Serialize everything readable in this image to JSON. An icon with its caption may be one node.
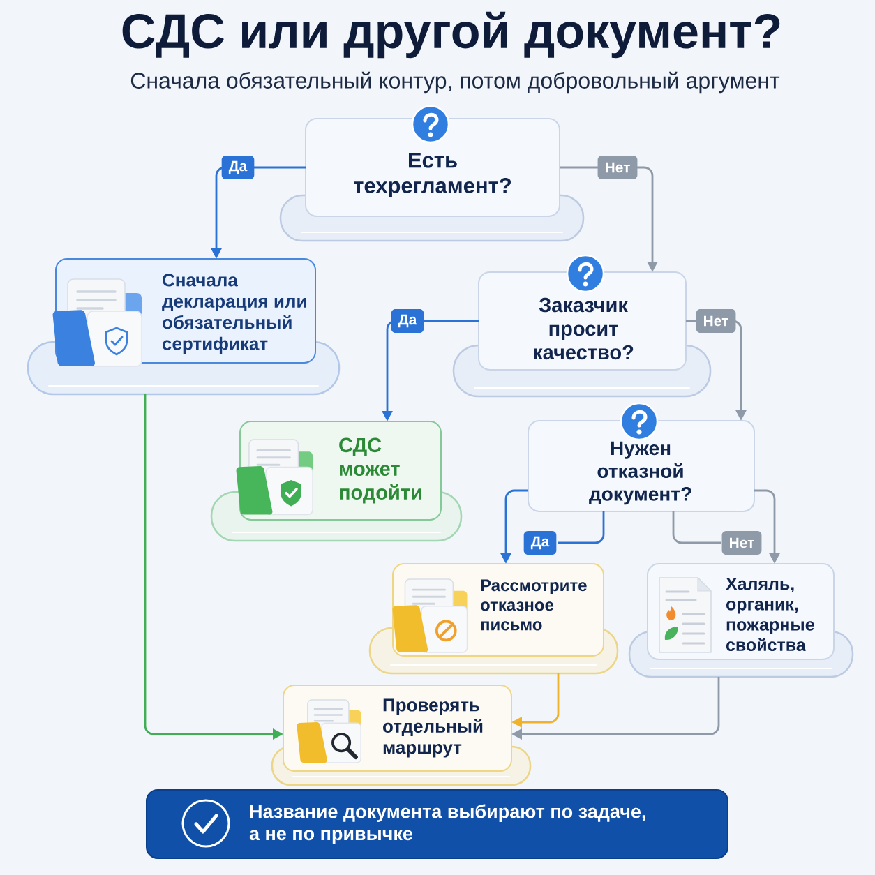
{
  "diagram": {
    "title": "СДС или другой документ?",
    "nodes": [
      {
        "text": [
          "Есть техрегламент?"
        ]
      },
      {
        "text": [
          "Сначала декларация или обязательный сертификат"
        ]
      },
      {
        "text": [
          "Заказчик просит качество?"
        ]
      },
      {
        "text": [
          "СДС может подойти"
        ]
      },
      {
        "text": [
          "Нужен отказной документ?"
        ]
      },
      {
        "text": [
          "Рассмотрите отказное письмо"
        ]
      },
      {
        "text": [
          "Халяль, органик, пожарные свойства"
        ]
      },
      {
        "text": [
          "Проверять отдельный маршрут"
        ]
      },
      {
        "text": [
          "Название документа выбирают по задаче, а не по привычке"
        ]
      }
    ],
    "edges": [
      {
        "from": 0,
        "to": 1,
        "arrow": "to",
        "label": "Да",
        "color": "#2a72d5"
      },
      {
        "from": 0,
        "to": 2,
        "arrow": "to",
        "label": "Нет"
      },
      {
        "from": 2,
        "to": 3,
        "arrow": "to",
        "label": "Да",
        "color": "#2a72d5"
      },
      {
        "from": 2,
        "to": 4,
        "arrow": "to",
        "label": "Нет"
      },
      {
        "from": 4,
        "to": 5,
        "arrow": "to",
        "label": "Да",
        "color": "#2a72d5"
      },
      {
        "from": 4,
        "to": 6,
        "arrow": "to",
        "label": "Нет"
      },
      {
        "from": 1,
        "to": 7,
        "arrow": "to",
        "color": "#3fae55"
      },
      {
        "from": 5,
        "to": 7,
        "arrow": "to",
        "color": "#f0b22b"
      },
      {
        "from": 6,
        "to": 7,
        "arrow": "to"
      }
    ],
    "labels": [
      "Сначала обязательный контур, потом добровольный аргумент"
    ]
  }
}
